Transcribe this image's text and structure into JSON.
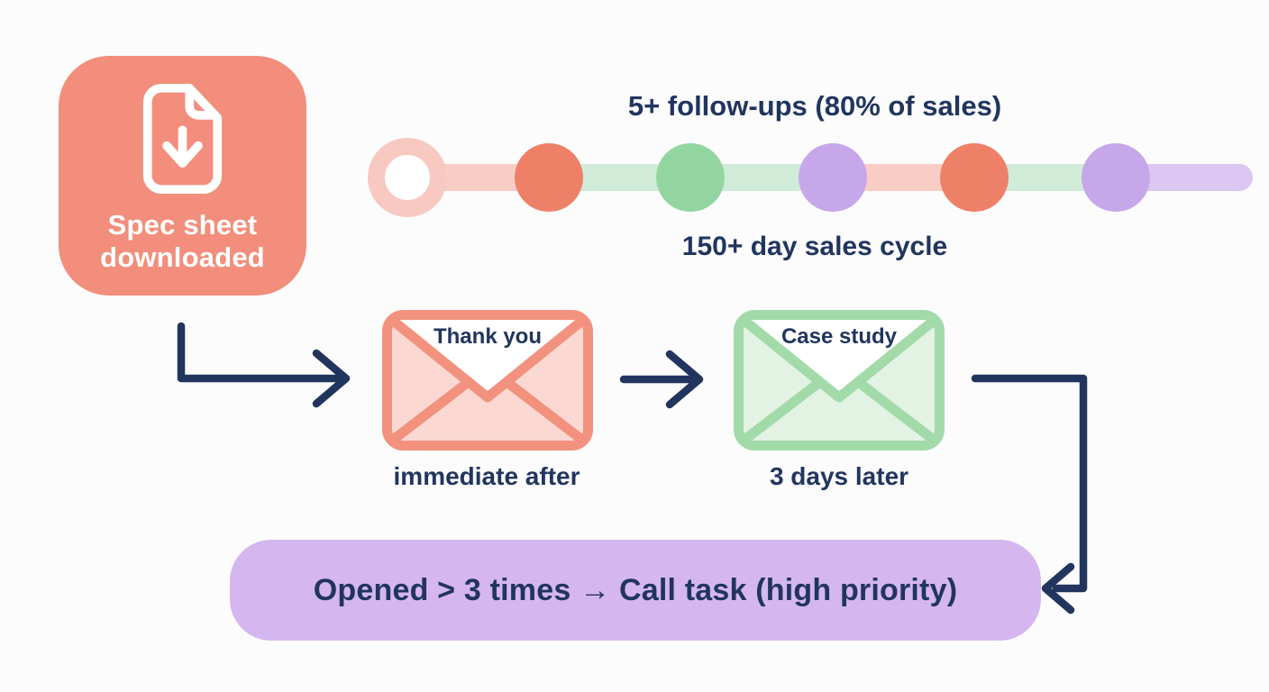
{
  "palette": {
    "bg": "#FCFCFD",
    "navy": "#21355E",
    "salmon": "#F28E7B",
    "salmon-dot": "#EF8068",
    "pink-light": "#F8CDC5",
    "green-dot": "#93D5A1",
    "green-light": "#D0ECD8",
    "purple-dot": "#C6A8EA",
    "purple-light": "#DCC7F3",
    "box-purple": "#D5B6EF",
    "env-salmon-border": "#F2927E",
    "env-salmon-fill": "#FBD9D2",
    "env-green-border": "#A2DAAA",
    "env-green-fill": "#E2F2E3"
  },
  "spec_box": {
    "label_line1": "Spec sheet",
    "label_line2": "downloaded"
  },
  "timeline": {
    "caption_top": "5+ follow-ups (80% of sales)",
    "caption_bottom": "150+ day sales cycle",
    "nodes": [
      {
        "shape": "ring",
        "color": "#F8C9C1"
      },
      {
        "shape": "dot",
        "color": "#EF8068"
      },
      {
        "shape": "dot",
        "color": "#93D5A1"
      },
      {
        "shape": "dot",
        "color": "#C6A8EA"
      },
      {
        "shape": "dot",
        "color": "#EF8068"
      },
      {
        "shape": "dot",
        "color": "#C6A8EA"
      }
    ],
    "connectors": [
      {
        "color": "#F8CDC5"
      },
      {
        "color": "#D0ECD8"
      },
      {
        "color": "#D0ECD8"
      },
      {
        "color": "#F8CDC5"
      },
      {
        "color": "#D0ECD8"
      }
    ],
    "tail": {
      "color": "#DCC7F3",
      "length": 152
    }
  },
  "emails": [
    {
      "title": "Thank you",
      "caption": "immediate after",
      "theme": "salmon"
    },
    {
      "title": "Case study",
      "caption": "3 days later",
      "theme": "green"
    }
  ],
  "call_box": {
    "text": "Opened > 3 times → Call task (high priority)"
  }
}
